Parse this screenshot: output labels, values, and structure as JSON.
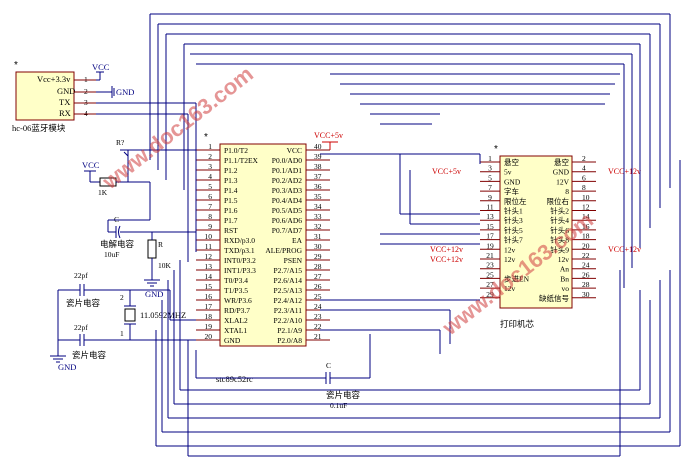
{
  "bluetooth": {
    "pins": [
      "Vcc+3.3v",
      "GND",
      "TX",
      "RX"
    ],
    "pin_numbers": [
      "1",
      "2",
      "3",
      "4"
    ],
    "module_label": "hc-06蓝牙模块",
    "vcc": "VCC",
    "gnd": "GND"
  },
  "mcu": {
    "label": "stc89c52rc",
    "left_pins": [
      "P1.0/T2",
      "P1.1/T2EX",
      "P1.2",
      "P1.3",
      "P1.4",
      "P1.5",
      "P1.6",
      "P1.7",
      "RST",
      "RXD/p3.0",
      "TXD/p3.1",
      "INT0/P3.2",
      "INT1/P3.3",
      "T0/P3.4",
      "T1/P3.5",
      "WR/P3.6",
      "RD/P3.7",
      "XLAL2",
      "XTAL1",
      "GND"
    ],
    "left_nums": [
      "1",
      "2",
      "3",
      "4",
      "5",
      "6",
      "7",
      "8",
      "9",
      "10",
      "11",
      "12",
      "13",
      "14",
      "15",
      "16",
      "17",
      "18",
      "19",
      "20"
    ],
    "right_pins": [
      "VCC",
      "P0.0/AD0",
      "P0.1/AD1",
      "P0.2/AD2",
      "P0.3/AD3",
      "P0.4/AD4",
      "P0.5/AD5",
      "P0.6/AD6",
      "P0.7/AD7",
      "EA",
      "ALE/PROG",
      "PSEN",
      "P2.7/A15",
      "P2.6/A14",
      "P2.5/A13",
      "P2.4/A12",
      "P2.3/A11",
      "P2.2/A10",
      "P2.1/A9",
      "P2.0/A8"
    ],
    "right_nums": [
      "40",
      "39",
      "38",
      "37",
      "36",
      "35",
      "34",
      "33",
      "32",
      "31",
      "30",
      "29",
      "28",
      "27",
      "26",
      "25",
      "24",
      "23",
      "22",
      "21"
    ],
    "vcc5": "VCC+5v"
  },
  "printer": {
    "label": "打印机芯",
    "left_pins": [
      "悬空",
      "5v",
      "GND",
      "字车",
      "限位左",
      "针头1",
      "针头3",
      "针头5",
      "针头7",
      "12v",
      "12v",
      "",
      "步进EN",
      "12v"
    ],
    "left_nums": [
      "1",
      "3",
      "5",
      "7",
      "9",
      "11",
      "13",
      "15",
      "17",
      "19",
      "21",
      "23",
      "25",
      "27",
      "29"
    ],
    "right_pins": [
      "悬空",
      "GND",
      "12V",
      "8",
      "限位右",
      "针头2",
      "针头4",
      "针头6",
      "针头8",
      "针头9",
      "12v",
      "An",
      "Bn",
      "vo",
      "缺纸信号"
    ],
    "right_nums": [
      "2",
      "4",
      "6",
      "8",
      "10",
      "12",
      "14",
      "16",
      "18",
      "20",
      "22",
      "24",
      "26",
      "28",
      "30"
    ],
    "vcc5": "VCC+5v",
    "vcc12_a": "VCC+12v",
    "vcc12_b": "VCC+12v",
    "vcc12_c": "VCC+12v",
    "vcc12_d": "VCC+12v"
  },
  "reset": {
    "vcc": "VCC",
    "r_label": "R?",
    "r1k": "1K",
    "cap_label": "C",
    "cap_name": "电解电容",
    "cap_value": "10uF",
    "r_label2": "R",
    "r10k": "10K",
    "gnd": "GND"
  },
  "crystal": {
    "c1_value": "22pf",
    "c1_name": "瓷片电容",
    "c2_value": "22pf",
    "c2_name": "瓷片电容",
    "xtal": "11.0592MHZ",
    "gnd": "GND",
    "xtal_pin1": "1",
    "xtal_pin2": "2"
  },
  "decoupling": {
    "label": "C",
    "name": "瓷片电容",
    "value": "0.1uF"
  },
  "watermark": {
    "text1": "www.doc163.com",
    "text2": "www.doc163.com"
  }
}
